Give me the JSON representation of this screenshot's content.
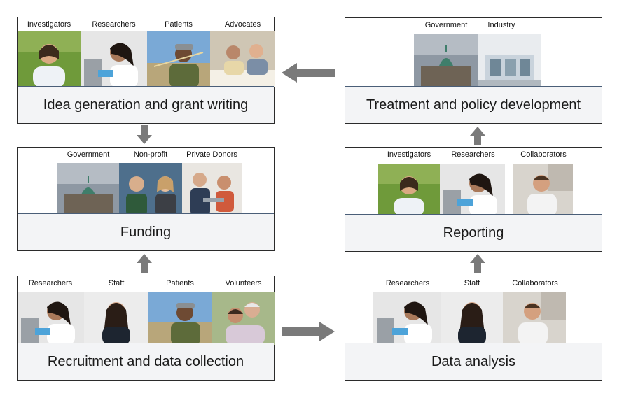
{
  "stages": {
    "idea": {
      "title": "Idea generation and grant writing",
      "groups": [
        "Investigators",
        "Researchers",
        "Patients",
        "Advocates"
      ]
    },
    "funding": {
      "title": "Funding",
      "groups": [
        "Government",
        "Non-profit",
        "Private Donors"
      ]
    },
    "recruitment": {
      "title": "Recruitment and data collection",
      "groups": [
        "Researchers",
        "Staff",
        "Patients",
        "Volunteers"
      ]
    },
    "analysis": {
      "title": "Data analysis",
      "groups": [
        "Researchers",
        "Staff",
        "Collaborators"
      ]
    },
    "reporting": {
      "title": "Reporting",
      "groups": [
        "Investigators",
        "Researchers",
        "Collaborators"
      ]
    },
    "treatment": {
      "title": "Treatment and policy development",
      "groups": [
        "Government",
        "Industry"
      ]
    }
  },
  "colors": {
    "arrow": "#7a7a7a",
    "label_bg": "#f3f4f6",
    "border": "#4a5e78"
  }
}
